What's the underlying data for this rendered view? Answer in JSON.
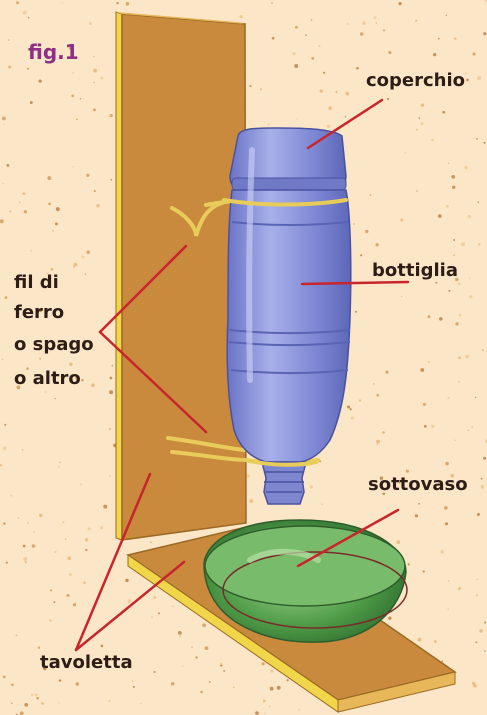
{
  "figure": {
    "label": "fig.1"
  },
  "labels": {
    "cap": "coperchio",
    "bottle": "bottiglia",
    "saucer": "sottovaso",
    "board": "tavoletta",
    "wire_line1": "fil di",
    "wire_line2": "ferro",
    "wire_line3": "o spago",
    "wire_line4": "o altro"
  },
  "colors": {
    "background": "#fbe6c7",
    "board": "#c98a3d",
    "board_edge": "#f2d64a",
    "bottle": "#8a93d6",
    "saucer": "#58a84f",
    "wire": "#e8cc5a",
    "leader": "#c8252c",
    "label_text": "#2e1d16",
    "figure_label": "#8e2f86"
  }
}
